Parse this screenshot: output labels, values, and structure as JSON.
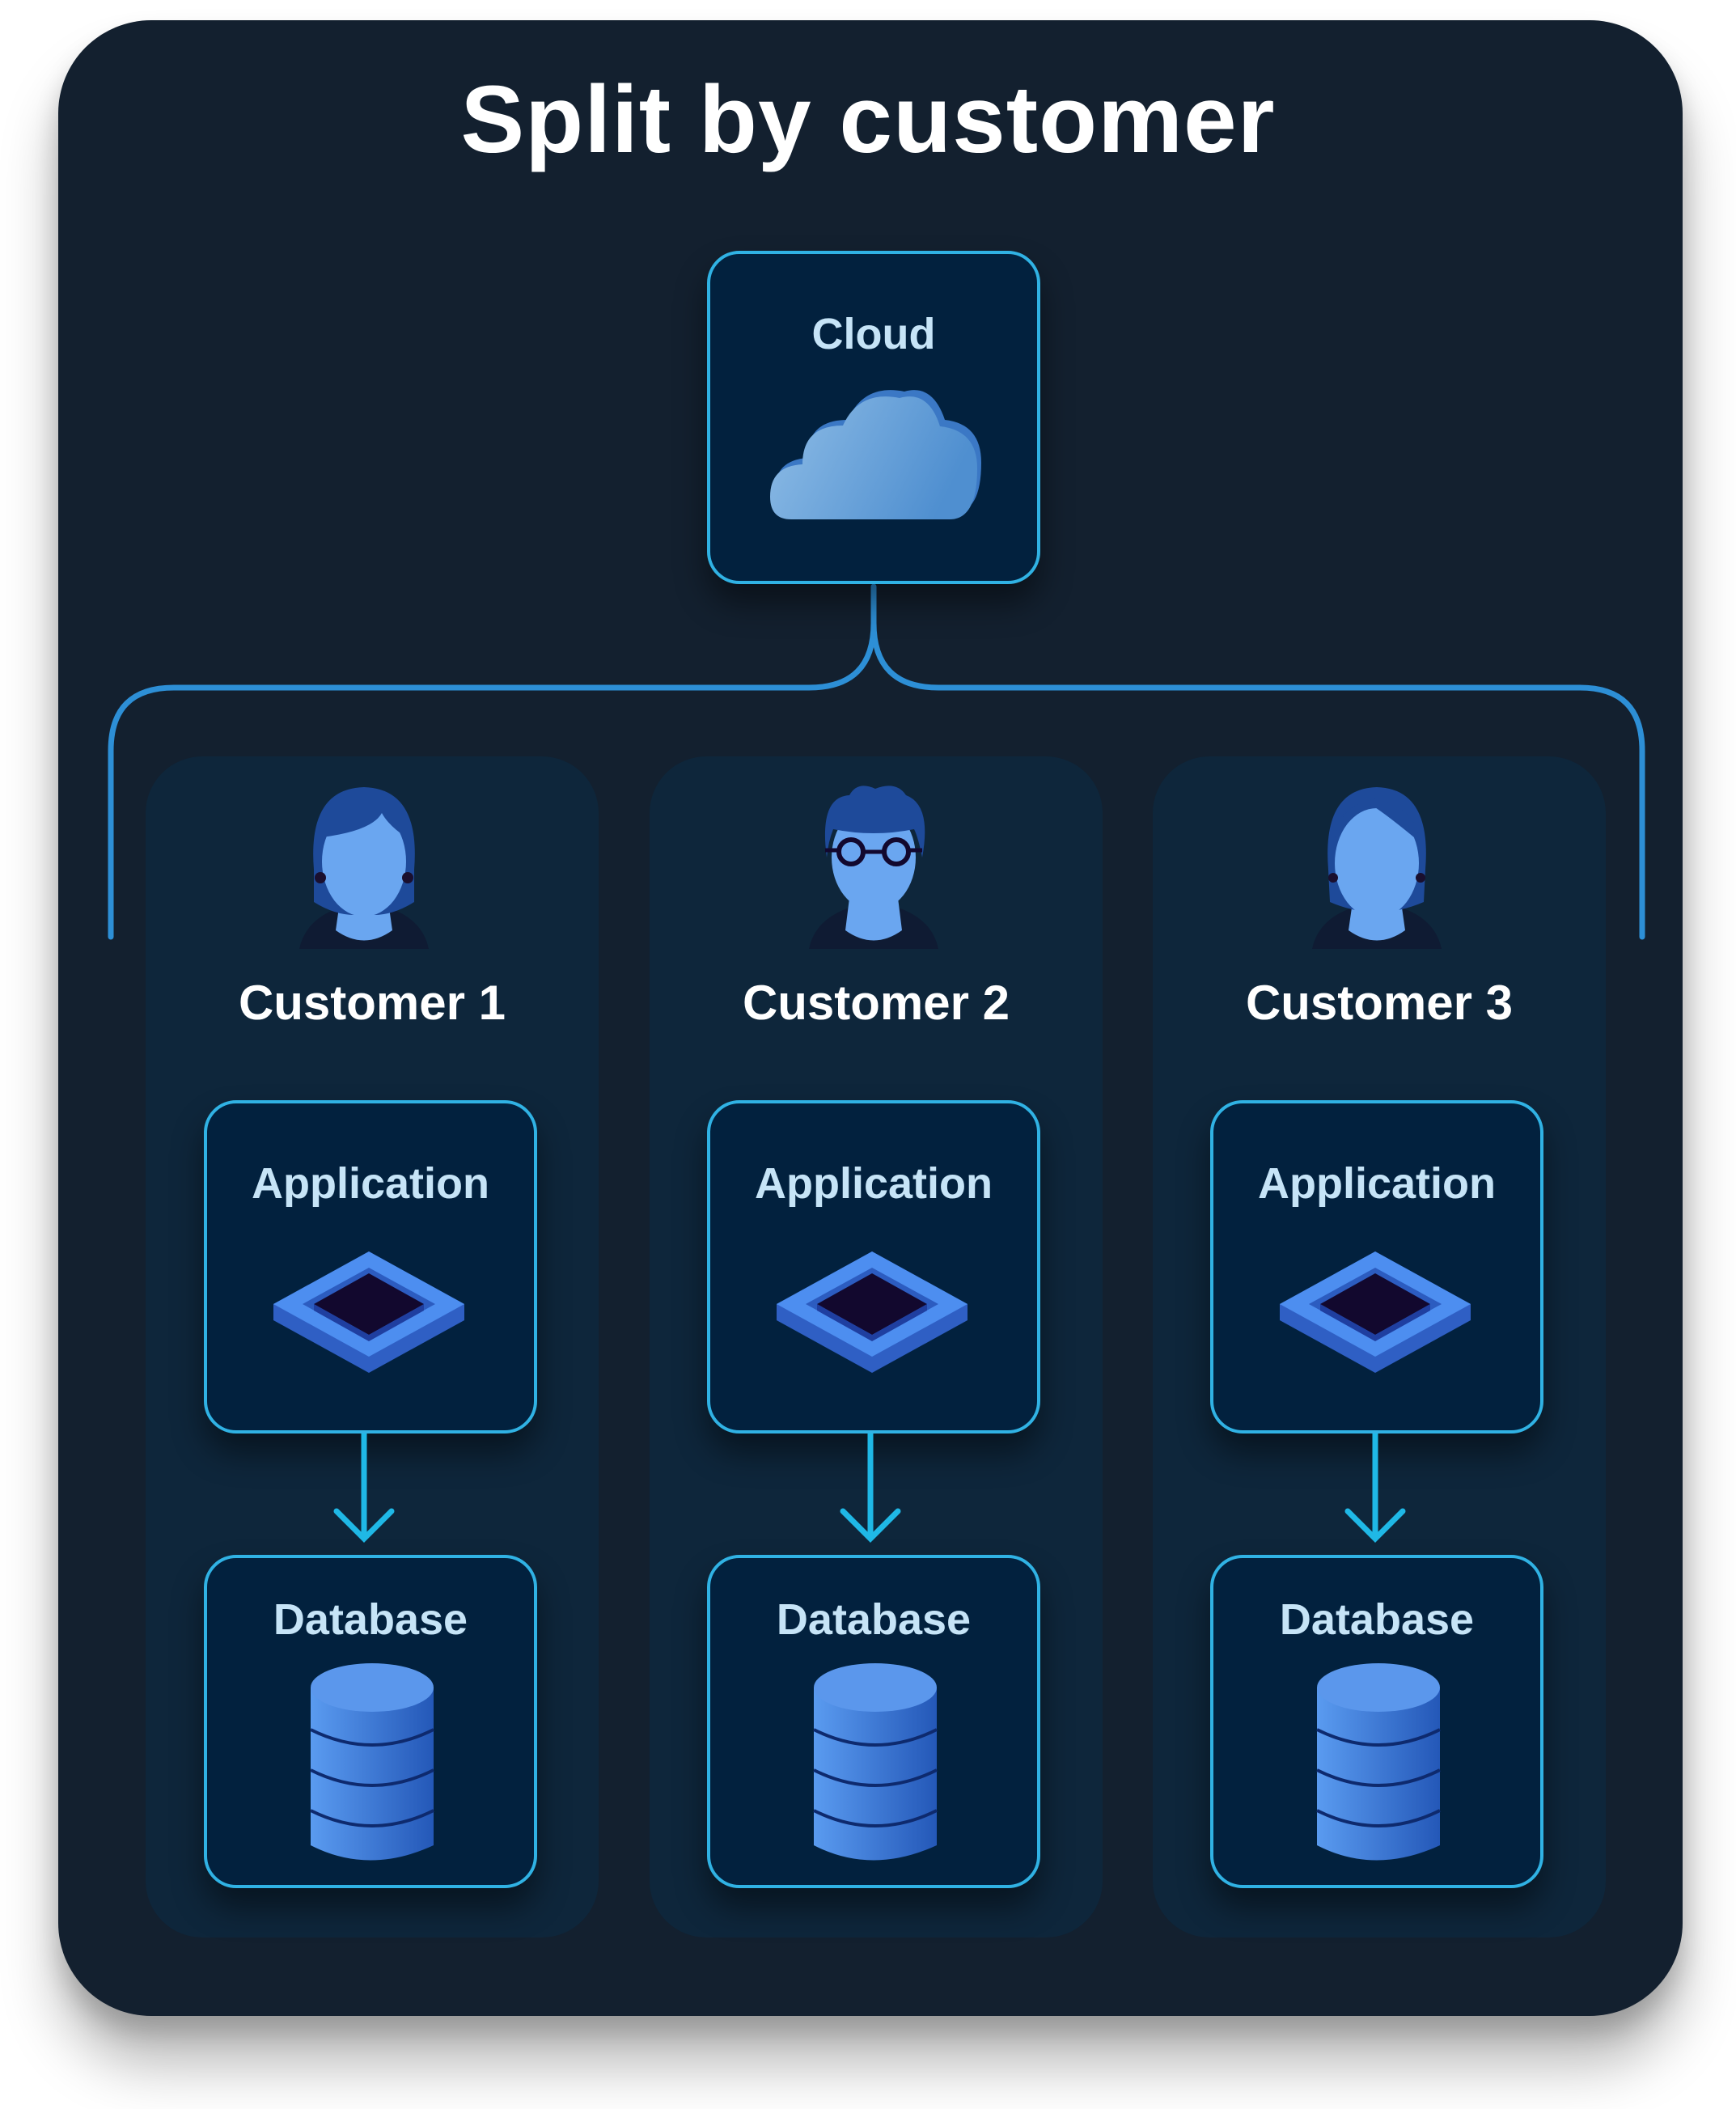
{
  "diagram": {
    "title": "Split by customer",
    "cloud": {
      "label": "Cloud",
      "icon": "cloud-icon"
    },
    "customers": [
      {
        "name": "Customer 1",
        "avatar": "woman-avatar-icon",
        "app_label": "Application",
        "db_label": "Database"
      },
      {
        "name": "Customer 2",
        "avatar": "man-glasses-avatar-icon",
        "app_label": "Application",
        "db_label": "Database"
      },
      {
        "name": "Customer 3",
        "avatar": "person-avatar-icon",
        "app_label": "Application",
        "db_label": "Database"
      }
    ],
    "colors": {
      "background": "#13202f",
      "column": "#0e263b",
      "box": "#02213e",
      "box_border": "#30b2e4",
      "connector": "#2d8fd6",
      "arrow": "#1fb8e6",
      "accent_icon": "#3b7ce0"
    }
  }
}
